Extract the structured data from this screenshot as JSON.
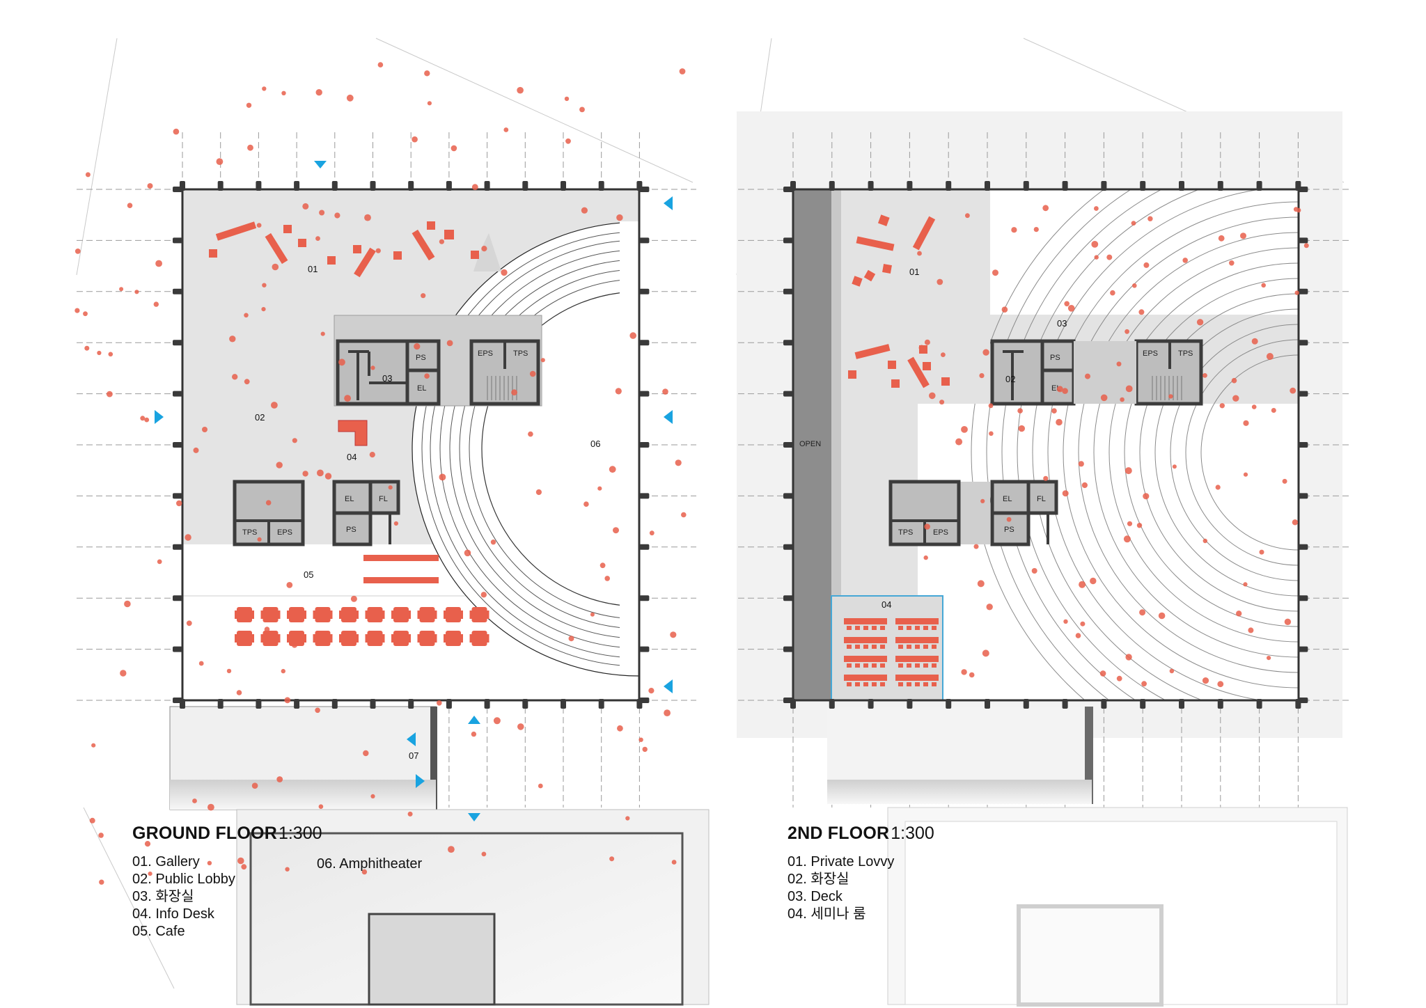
{
  "ground_floor": {
    "title": "GROUND FLOOR",
    "scale": "1:300",
    "legend": [
      "01. Gallery",
      "02. Public Lobby",
      "03. 화장실",
      "04. Info Desk",
      "05. Cafe"
    ],
    "legend_extra": "06. Amphitheater",
    "zone_labels": {
      "z01": "01",
      "z02": "02",
      "z03": "03",
      "z04": "04",
      "z05": "05",
      "z06": "06",
      "z07": "07"
    },
    "core_labels": {
      "ps": "PS",
      "el": "EL",
      "eps": "EPS",
      "tps": "TPS",
      "fl": "FL"
    }
  },
  "second_floor": {
    "title": "2ND FLOOR",
    "scale": "1:300",
    "legend": [
      "01. Private Lovvy",
      "02. 화장실",
      "03. Deck",
      "04. 세미나 룸"
    ],
    "zone_labels": {
      "z01": "01",
      "z02": "02",
      "z03": "03",
      "z04": "04",
      "open": "OPEN"
    },
    "core_labels": {
      "ps": "PS",
      "el": "EL",
      "eps": "EPS",
      "tps": "TPS",
      "fl": "FL"
    }
  },
  "colors": {
    "furniture": "#e8604c",
    "entry_arrow": "#19a3e0",
    "wall": "#3a3a3a",
    "floor": "#e6e6e6"
  }
}
